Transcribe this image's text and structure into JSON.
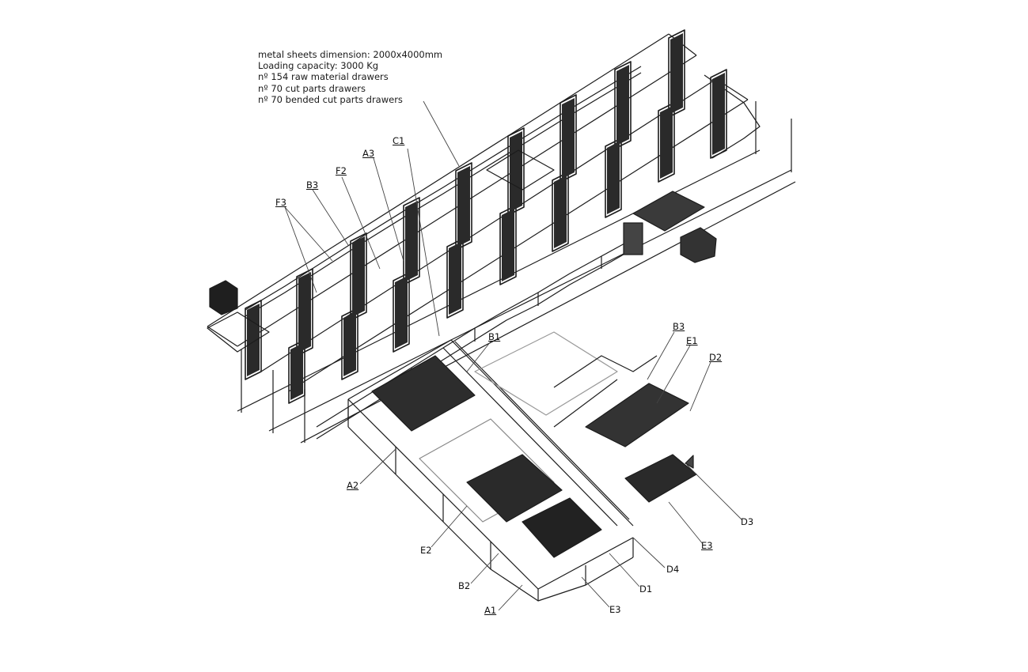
{
  "specs": [
    "metal sheets dimension: 2000x4000mm",
    "Loading capacity: 3000 Kg",
    "nº 154 raw material drawers",
    "nº 70 cut parts drawers",
    "nº 70 bended cut parts drawers"
  ],
  "labels": {
    "C1": "C1",
    "A3": "A3",
    "F2": "F2",
    "B3_top": "B3",
    "F3": "F3",
    "B1": "B1",
    "B3_right": "B3",
    "E1": "E1",
    "D2": "D2",
    "A2": "A2",
    "D3": "D3",
    "E3_right": "E3",
    "E2": "E2",
    "D4": "D4",
    "B2": "B2",
    "D1": "D1",
    "A1": "A1",
    "E3_bottom": "E3"
  }
}
